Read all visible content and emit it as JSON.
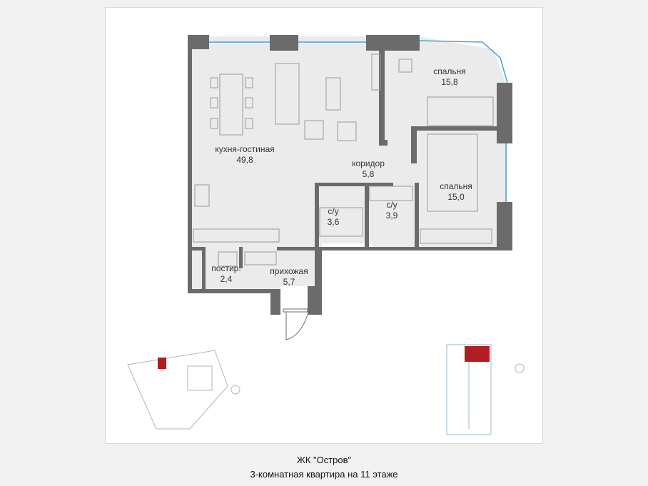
{
  "rooms": {
    "living": {
      "name": "кухня-гостиная",
      "area": "49,8"
    },
    "bedroom1": {
      "name": "спальня",
      "area": "15,8"
    },
    "bedroom2": {
      "name": "спальня",
      "area": "15,0"
    },
    "corridor": {
      "name": "коридор",
      "area": "5,8"
    },
    "bath1": {
      "name": "с/у",
      "area": "3,6"
    },
    "bath2": {
      "name": "с/у",
      "area": "3,9"
    },
    "storage": {
      "name": "постир.",
      "area": "2,4"
    },
    "hall": {
      "name": "прихожая",
      "area": "5,7"
    }
  },
  "footer": {
    "complex": "ЖК \"Остров\"",
    "description": "3-комнатная квартира на 11 этаже"
  },
  "colors": {
    "floor": "#ebebeb",
    "wall": "#6b6b6b",
    "highlight": "#b01e23",
    "window": "#4aa3d6"
  }
}
